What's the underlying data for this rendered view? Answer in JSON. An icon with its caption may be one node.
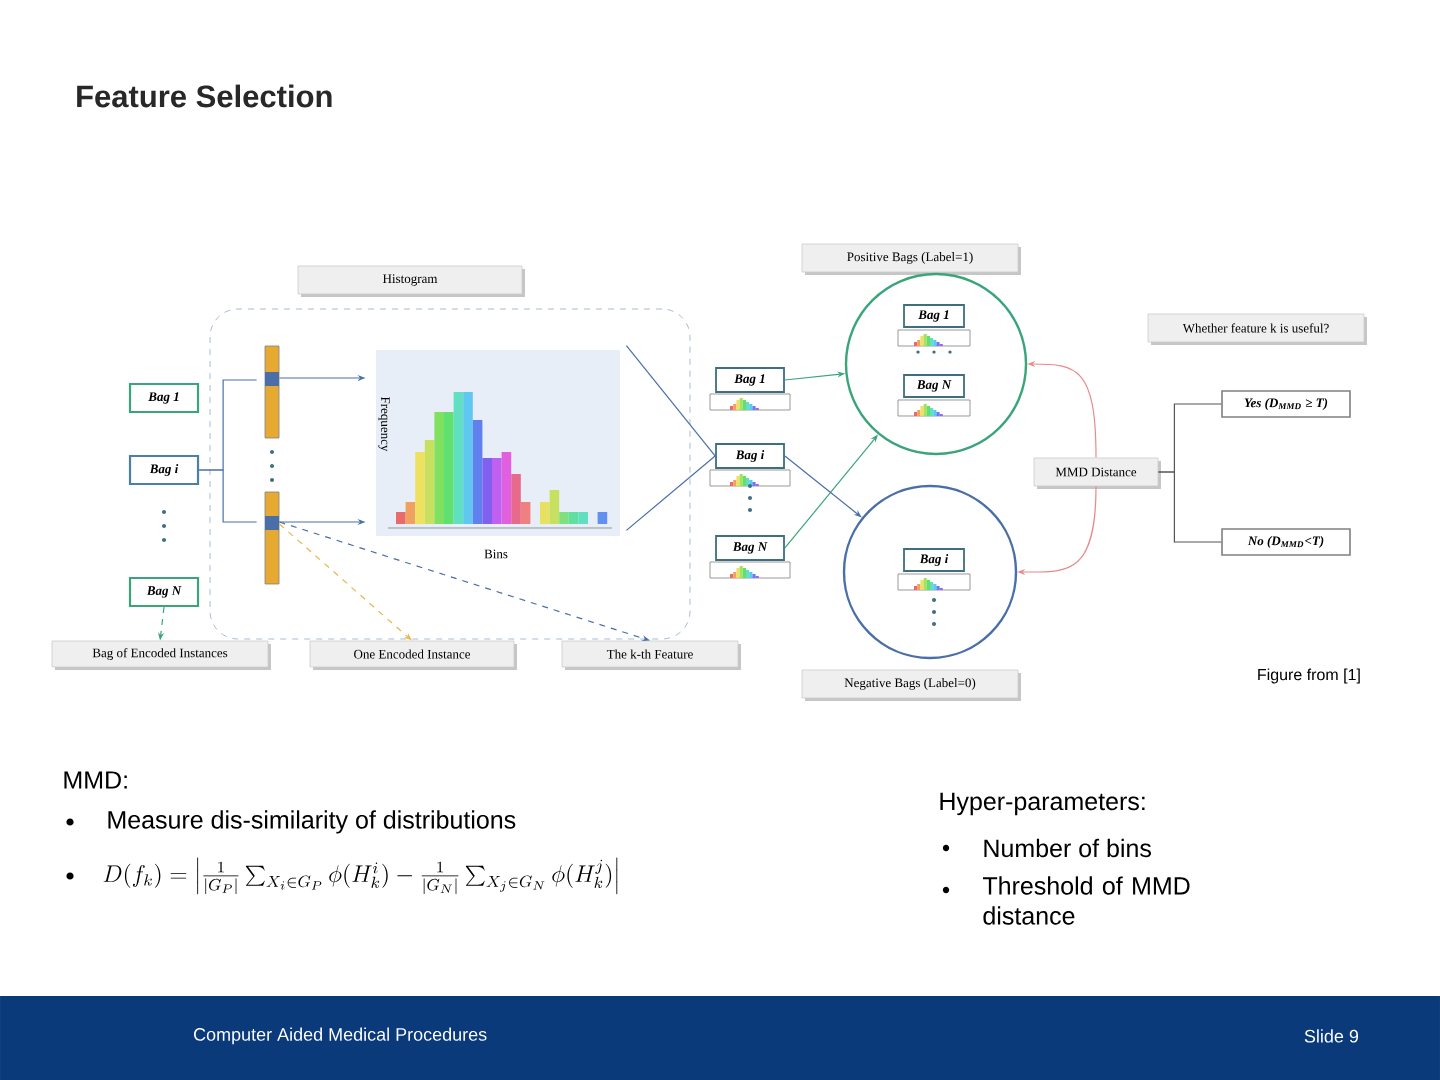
{
  "diagram": {
    "title": "Feature Selection",
    "nodes": [
      {
        "text": [
          "Histogram"
        ]
      },
      {
        "text": [],
        "shape": "box"
      },
      {
        "text": [
          "Bag 1"
        ]
      },
      {
        "text": [
          "Bag i"
        ]
      },
      {
        "text": [
          "Bag N"
        ]
      },
      {
        "text": [],
        "shape": "bar",
        "in": 1
      },
      {
        "text": [],
        "shape": "bar",
        "in": 1
      },
      {
        "text": [
          "Frequency",
          "Bins"
        ],
        "in": 1
      },
      {
        "text": [
          "Bag of Encoded Instances"
        ]
      },
      {
        "text": [
          "One Encoded Instance"
        ]
      },
      {
        "text": [
          "The k-th Feature"
        ]
      },
      {
        "text": [
          "Positive Bags (Label=1)"
        ]
      },
      {
        "text": [
          "Bag 1"
        ]
      },
      {
        "text": [
          "Bag i"
        ]
      },
      {
        "text": [
          "Bag N"
        ]
      },
      {
        "text": [],
        "shape": "circle"
      },
      {
        "text": [
          "Bag 1"
        ],
        "in": 15
      },
      {
        "text": [
          "Bag N"
        ],
        "in": 15
      },
      {
        "text": [],
        "shape": "circle"
      },
      {
        "text": [
          "Bag i"
        ],
        "in": 18
      },
      {
        "text": [
          "Negative Bags (Label=0)"
        ]
      },
      {
        "text": [
          "Whether feature k is useful?"
        ]
      },
      {
        "text": [
          "MMD Distance"
        ]
      },
      {
        "text": [
          "Yes (D$_{MMD}$ ≥ T)"
        ]
      },
      {
        "text": [
          "No (D$_{MMD}$<T)"
        ]
      }
    ],
    "edges": [
      {
        "from": 3,
        "to": 5,
        "arrow": "none"
      },
      {
        "from": 3,
        "to": 6,
        "arrow": "none"
      },
      {
        "from": 5,
        "to": 7,
        "arrow": "to"
      },
      {
        "from": 6,
        "to": 7,
        "arrow": "to"
      },
      {
        "from": 4,
        "to": 8,
        "arrow": "to",
        "style": "dashed",
        "color": "#3aa57a"
      },
      {
        "from": 6,
        "to": 9,
        "arrow": "to",
        "style": "dashed",
        "color": "#e8b64a"
      },
      {
        "from": 6,
        "to": 10,
        "arrow": "to",
        "style": "dashed"
      },
      {
        "from": 7,
        "to": 13,
        "arrow": "none"
      },
      {
        "from": 7,
        "to": 13,
        "arrow": "none"
      },
      {
        "from": 12,
        "to": 15,
        "arrow": "to",
        "color": "#3aa57a"
      },
      {
        "from": 14,
        "to": 15,
        "arrow": "to",
        "color": "#3aa57a"
      },
      {
        "from": 13,
        "to": 18,
        "arrow": "to"
      },
      {
        "from": 22,
        "to": 15,
        "arrow": "to",
        "color": "#e88a8a"
      },
      {
        "from": 22,
        "to": 18,
        "arrow": "to",
        "color": "#e88a8a"
      },
      {
        "from": 22,
        "to": 23,
        "arrow": "none",
        "color": "#555555"
      },
      {
        "from": 22,
        "to": 24,
        "arrow": "none",
        "color": "#555555"
      }
    ],
    "labels": [
      "Figure from [1]",
      "MMD:",
      "Measure dis-similarity of distributions",
      "D(f_k) = \\left|\\frac{1}{|G_P|}\\sum_{X_i\\in G_P}\\phi(H_k^i) - \\frac{1}{|G_N|}\\sum_{X_j\\in G_N}\\phi(H_k^j)\\right|",
      "Hyper-parameters:",
      "Number of bins",
      "Threshold of MMD distance",
      "Computer Aided Medical Procedures",
      "Slide 9"
    ]
  }
}
